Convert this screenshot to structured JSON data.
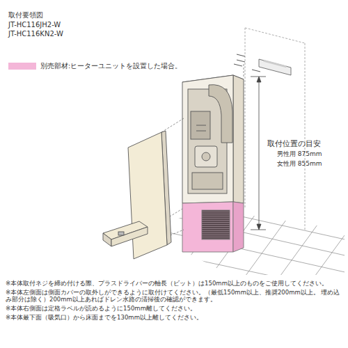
{
  "diagram": {
    "title": "取付要領図",
    "labels": [
      "JT-HC116JH2-W",
      "JT-HC116KN2-W",
      "取付位置の目安",
      "男性用 875mm",
      "女性用 855mm",
      "※本体取付ネジを締め付ける際、プラスドライバーの軸長（ビット）は150mm以上のものをご使用してください。",
      "※本体左側面は側面カバーの取外しができるように取付けてください。（最低150mm以上、推奨200mm以上。 埋め込み部分は除く）200mm以上あればドレン水路の清掃後の確認ができます。",
      "※本体右側面は定格ラベルが読めるように150mm離してください。",
      "※本体最下面（吸気口）から床面までを130mm以上離してください。"
    ],
    "legend": [
      {
        "text": "別売部材:ヒーターユニットを設置した場合。",
        "color": "#f4b6d8"
      }
    ]
  }
}
